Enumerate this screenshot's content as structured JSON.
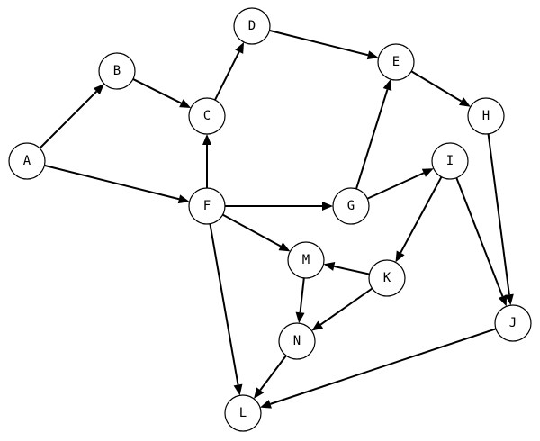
{
  "graph": {
    "directed": true,
    "nodes": [
      {
        "id": "A",
        "label": "A"
      },
      {
        "id": "B",
        "label": "B"
      },
      {
        "id": "C",
        "label": "C"
      },
      {
        "id": "D",
        "label": "D"
      },
      {
        "id": "E",
        "label": "E"
      },
      {
        "id": "F",
        "label": "F"
      },
      {
        "id": "G",
        "label": "G"
      },
      {
        "id": "H",
        "label": "H"
      },
      {
        "id": "I",
        "label": "I"
      },
      {
        "id": "J",
        "label": "J"
      },
      {
        "id": "K",
        "label": "K"
      },
      {
        "id": "L",
        "label": "L"
      },
      {
        "id": "M",
        "label": "M"
      },
      {
        "id": "N",
        "label": "N"
      }
    ],
    "edges": [
      {
        "from": "A",
        "to": "B"
      },
      {
        "from": "A",
        "to": "F"
      },
      {
        "from": "B",
        "to": "C"
      },
      {
        "from": "C",
        "to": "D"
      },
      {
        "from": "D",
        "to": "E"
      },
      {
        "from": "E",
        "to": "H"
      },
      {
        "from": "F",
        "to": "C"
      },
      {
        "from": "F",
        "to": "G"
      },
      {
        "from": "F",
        "to": "M"
      },
      {
        "from": "F",
        "to": "L"
      },
      {
        "from": "G",
        "to": "E"
      },
      {
        "from": "G",
        "to": "I"
      },
      {
        "from": "H",
        "to": "J"
      },
      {
        "from": "I",
        "to": "K"
      },
      {
        "from": "I",
        "to": "J"
      },
      {
        "from": "K",
        "to": "M"
      },
      {
        "from": "K",
        "to": "N"
      },
      {
        "from": "M",
        "to": "N"
      },
      {
        "from": "N",
        "to": "L"
      },
      {
        "from": "J",
        "to": "L"
      }
    ]
  }
}
